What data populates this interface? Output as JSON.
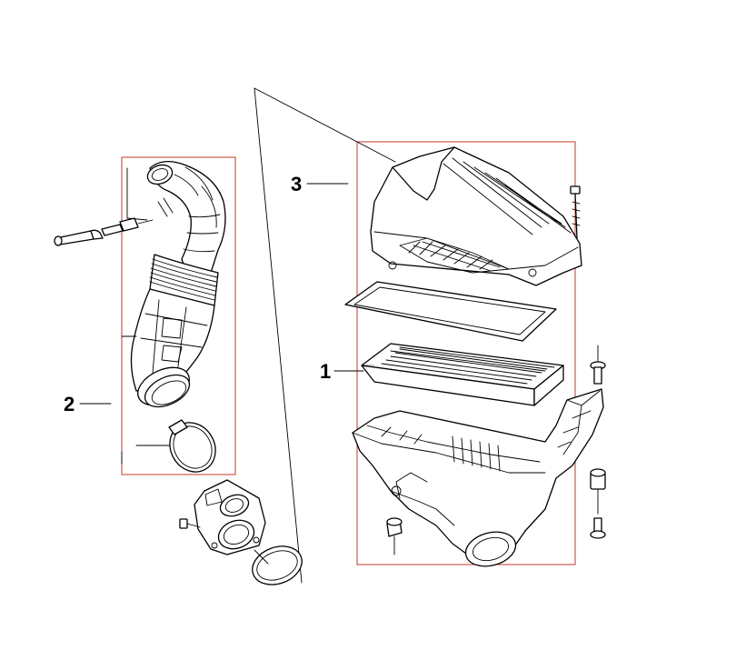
{
  "callouts": {
    "part_1": "1",
    "part_2": "2",
    "part_3": "3"
  },
  "colors": {
    "frame_red": "#c0392b",
    "line_black": "#000000",
    "background": "#ffffff"
  }
}
